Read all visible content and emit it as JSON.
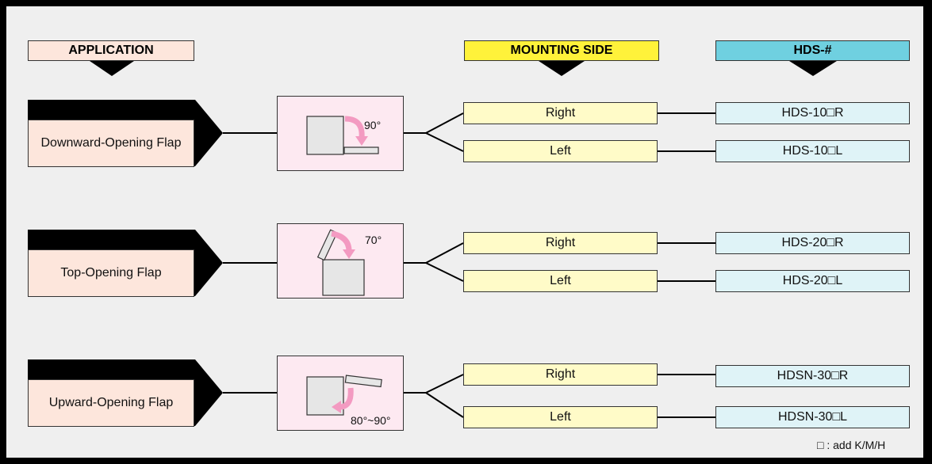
{
  "headers": {
    "application": "APPLICATION",
    "mounting_side": "MOUNTING SIDE",
    "hds": "HDS-#"
  },
  "rows": [
    {
      "application": "Downward-Opening Flap",
      "angle": "90°",
      "sides": [
        {
          "label": "Right",
          "model": "HDS-10□R"
        },
        {
          "label": "Left",
          "model": "HDS-10□L"
        }
      ]
    },
    {
      "application": "Top-Opening Flap",
      "angle": "70°",
      "sides": [
        {
          "label": "Right",
          "model": "HDS-20□R"
        },
        {
          "label": "Left",
          "model": "HDS-20□L"
        }
      ]
    },
    {
      "application": "Upward-Opening Flap",
      "angle": "80°~90°",
      "sides": [
        {
          "label": "Right",
          "model": "HDSN-30□R"
        },
        {
          "label": "Left",
          "model": "HDSN-30□L"
        }
      ]
    }
  ],
  "note": "□ : add K/M/H",
  "colors": {
    "application": "#fde6dc",
    "mounting_side_header": "#fff23a",
    "mounting_side": "#fffbc8",
    "hds_header": "#6fd0e0",
    "hds": "#dff3f7",
    "figure": "#fde9f1",
    "arrow": "#f39ac1"
  }
}
